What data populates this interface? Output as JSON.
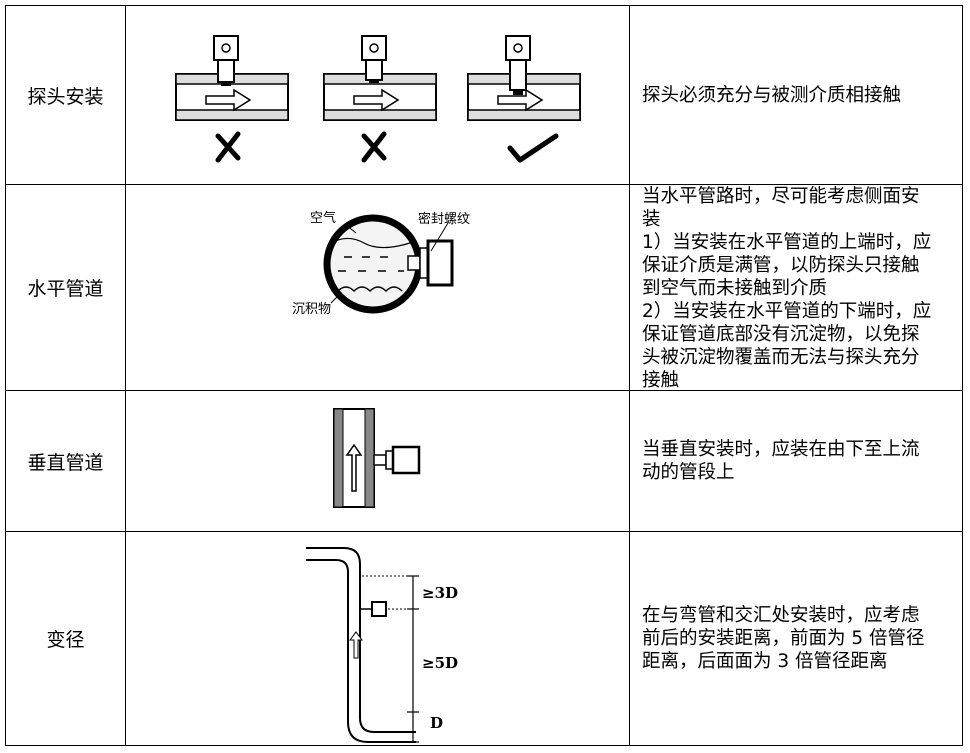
{
  "rows": [
    {
      "label": "探头安装",
      "desc": "探头必须充分与被测介质相接触",
      "figure": {
        "marks": [
          "wrong-mark",
          "wrong-mark",
          "correct-mark"
        ]
      }
    },
    {
      "label": "水平管道",
      "desc": "当水平管路时，尽可能考虑侧面安\n装\n1）当安装在水平管道的上端时，应\n保证介质是满管，以防探头只接触\n到空气而未接触到介质\n2）当安装在水平管道的下端时，应\n保证管道底部没有沉淀物，以免探\n头被沉淀物覆盖而无法与探头充分\n接触",
      "figure": {
        "air_label": "空气",
        "thread_label": "密封螺纹",
        "sediment_label": "沉积物"
      }
    },
    {
      "label": "垂直管道",
      "desc": "当垂直安装时，应装在由下至上流\n动的管段上"
    },
    {
      "label": "变径",
      "desc": "在与弯管和交汇处安装时，应考虑\n前后的安装距离，前面为 5 倍管径\n距离，后面面为 3 倍管径距离",
      "figure": {
        "dim_upper": "≥3D",
        "dim_lower": "≥5D",
        "dim_diameter": "D"
      }
    }
  ]
}
